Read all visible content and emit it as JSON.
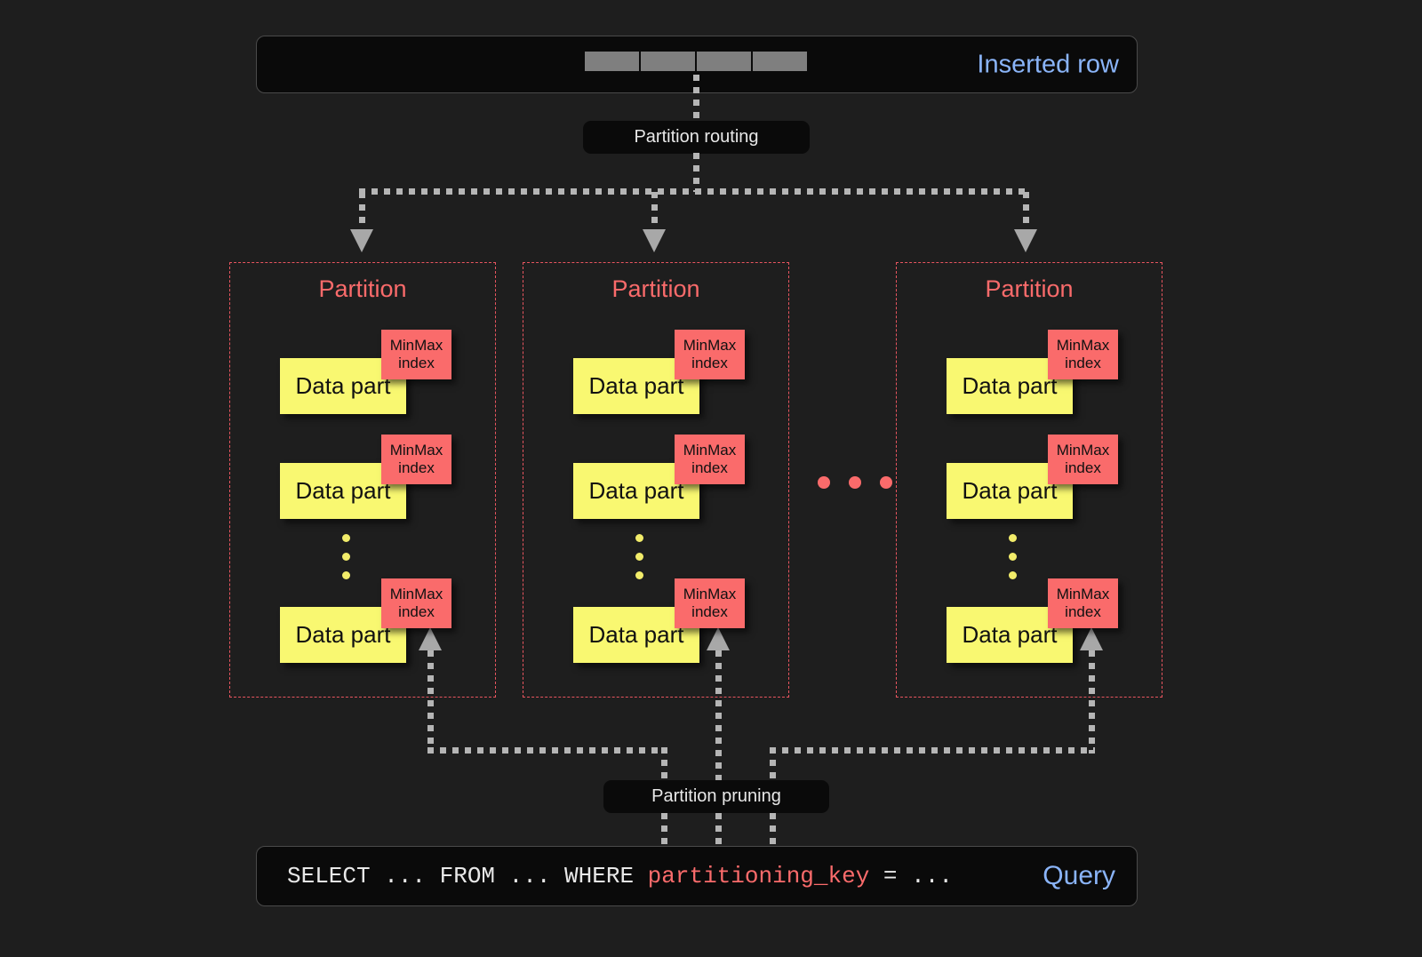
{
  "page": {
    "background": "#1e1e1e",
    "title": "ClickHouse partitioning and partition pruning diagram"
  },
  "top": {
    "row_label": "Inserted row",
    "row_label_color": "#8ab4f8",
    "cell_count": 4,
    "cell_color": "#7f7f7f",
    "routing_label": "Partition routing"
  },
  "partitions": [
    {
      "title": "Partition",
      "parts": [
        {
          "label": "Data part",
          "index_line1": "MinMax",
          "index_line2": "index"
        },
        {
          "label": "Data part",
          "index_line1": "MinMax",
          "index_line2": "index"
        },
        {
          "label": "Data part",
          "index_line1": "MinMax",
          "index_line2": "index"
        }
      ],
      "ellipsis_dots": 3
    },
    {
      "title": "Partition",
      "parts": [
        {
          "label": "Data part",
          "index_line1": "MinMax",
          "index_line2": "index"
        },
        {
          "label": "Data part",
          "index_line1": "MinMax",
          "index_line2": "index"
        },
        {
          "label": "Data part",
          "index_line1": "MinMax",
          "index_line2": "index"
        }
      ],
      "ellipsis_dots": 3
    },
    {
      "title": "Partition",
      "parts": [
        {
          "label": "Data part",
          "index_line1": "MinMax",
          "index_line2": "index"
        },
        {
          "label": "Data part",
          "index_line1": "MinMax",
          "index_line2": "index"
        },
        {
          "label": "Data part",
          "index_line1": "MinMax",
          "index_line2": "index"
        }
      ],
      "ellipsis_dots": 3
    }
  ],
  "between_partitions_ellipsis_dots": 3,
  "bottom": {
    "pruning_label": "Partition pruning",
    "query_prefix": "SELECT ... FROM ... WHERE ",
    "query_key": "partitioning_key",
    "query_suffix": " = ...",
    "query_label": "Query",
    "query_label_color": "#8ab4f8"
  },
  "colors": {
    "partition_border": "#e8555f",
    "partition_title": "#fa6b6b",
    "data_part_fill": "#f9f871",
    "minmax_fill": "#fa6b6b",
    "connector": "#b5b5b5",
    "arrow": "#a8a8a8",
    "panel_fill": "#0a0a0a",
    "panel_border": "#4a4a4a"
  }
}
